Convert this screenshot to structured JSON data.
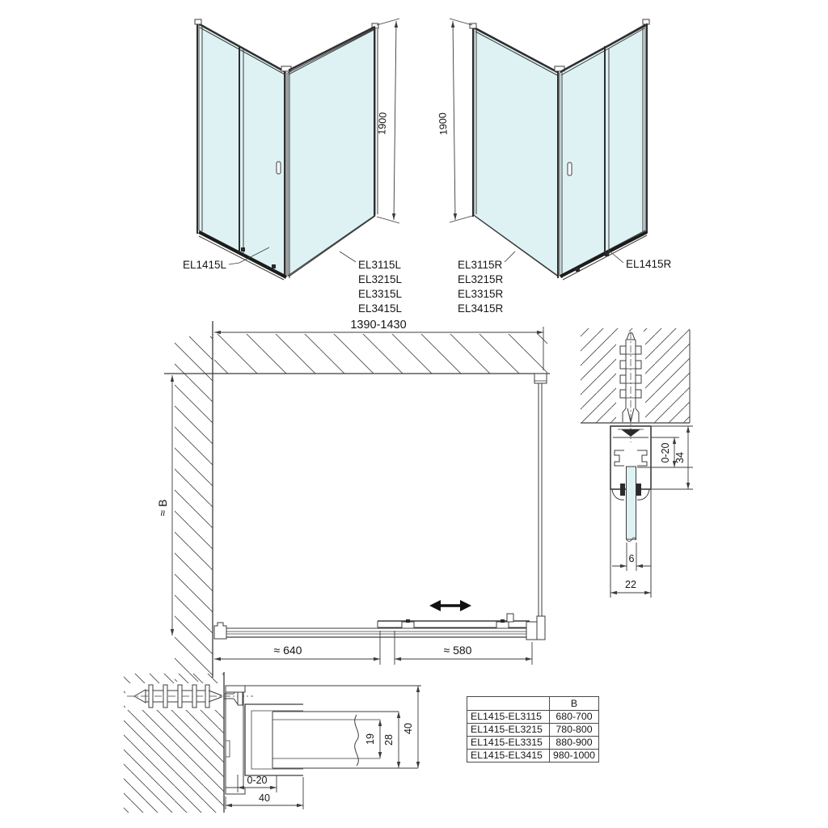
{
  "drawing": {
    "left_view": {
      "door_label": "EL1415L",
      "side_labels": [
        "EL3115L",
        "EL3215L",
        "EL3315L",
        "EL3415L"
      ],
      "height": "1900"
    },
    "right_view": {
      "door_label": "EL1415R",
      "side_labels": [
        "EL3115R",
        "EL3215R",
        "EL3315R",
        "EL3415R"
      ],
      "height": "1900"
    },
    "plan_view": {
      "width": "1390-1430",
      "depth": "≈ B",
      "fixed_width": "≈ 640",
      "door_width": "≈ 580"
    },
    "top_profile_detail": {
      "adjustment": "0-20",
      "profile_height": "34",
      "glass_thickness": "6",
      "profile_width": "22"
    },
    "wall_profile_detail": {
      "adjustment": "0-20",
      "depth": "40",
      "glass_pocket": "19",
      "panel_profile": "28",
      "overall": "40"
    }
  },
  "size_table": {
    "col_models_header": "",
    "col_b_header": "B",
    "rows": [
      {
        "models": "EL1415-EL3115",
        "b": "680-700"
      },
      {
        "models": "EL1415-EL3215",
        "b": "780-800"
      },
      {
        "models": "EL1415-EL3315",
        "b": "880-900"
      },
      {
        "models": "EL1415-EL3415",
        "b": "980-1000"
      }
    ]
  },
  "colors": {
    "line": "#3c3c3c",
    "glass": "#def2f4",
    "background": "#ffffff"
  }
}
